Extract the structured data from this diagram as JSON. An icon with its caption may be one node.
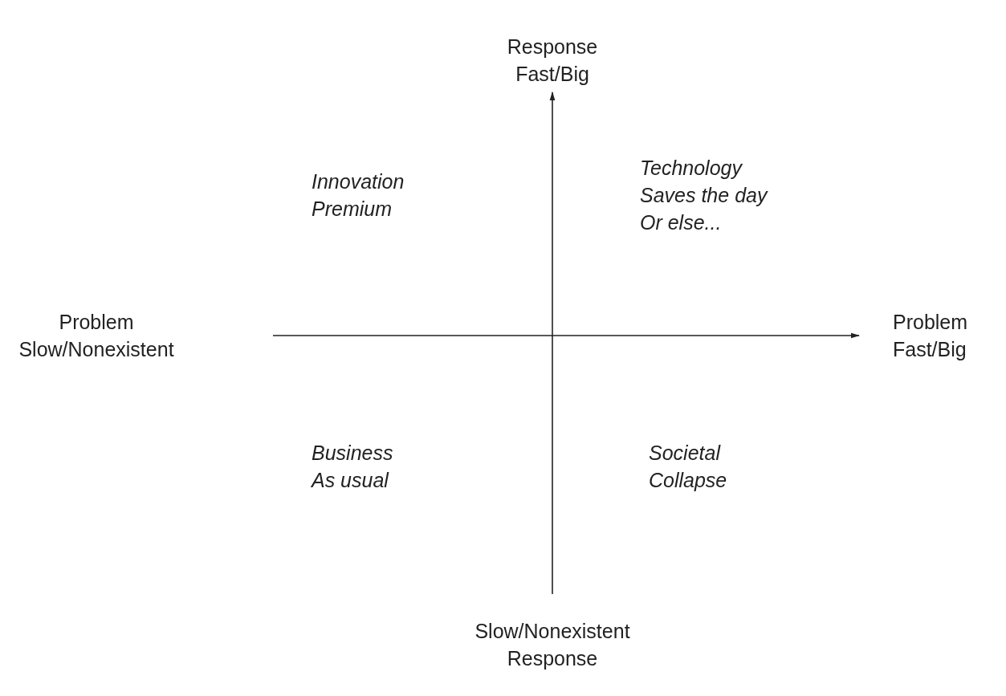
{
  "diagram": {
    "labels": [
      "Response Fast/Big",
      "Innovation Premium",
      "Technology Saves the day Or else...",
      "Problem Slow/Nonexistent",
      "Problem Fast/Big",
      "Business As usual",
      "Societal Collapse",
      "Slow/Nonexistent Response"
    ]
  }
}
